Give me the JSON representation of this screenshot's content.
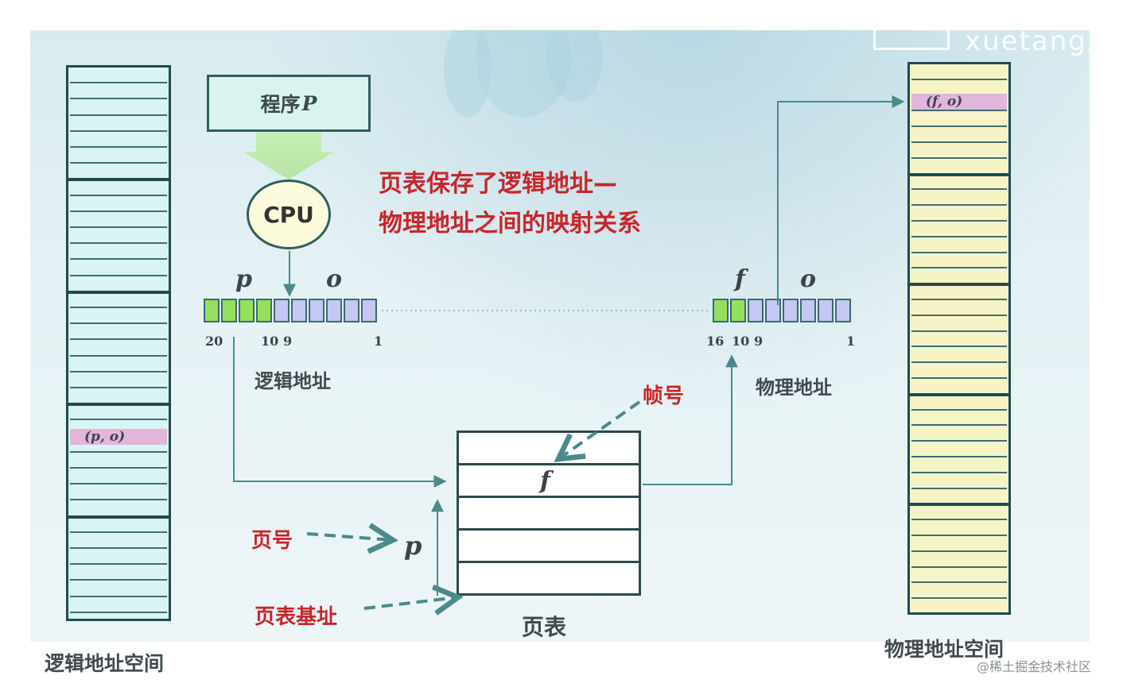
{
  "watermark": "xuetangX",
  "program_box": {
    "label": "程序",
    "var": "P"
  },
  "cpu_label": "CPU",
  "caption": {
    "line1": "页表保存了逻辑地址—",
    "line2": "物理地址之间的映射关系"
  },
  "logical_address": {
    "label_p": "p",
    "label_o": "o",
    "bit_high": "20",
    "bit_mid_a": "10",
    "bit_mid_b": "9",
    "bit_low": "1",
    "caption": "逻辑地址"
  },
  "physical_address": {
    "label_f": "f",
    "label_o": "o",
    "bit_high": "16",
    "bit_mid_a": "10",
    "bit_mid_b": "9",
    "bit_low": "1",
    "caption": "物理地址"
  },
  "logical_space": {
    "entry": "(p, o)",
    "caption": "逻辑地址空间"
  },
  "physical_space": {
    "entry": "(f, o)",
    "caption": "物理地址空间"
  },
  "page_table": {
    "entry": "f",
    "caption": "页表"
  },
  "annotations": {
    "frame_number": "帧号",
    "page_number": "页号",
    "page_var": "p",
    "page_table_base": "页表基址"
  },
  "credit": "@稀土掘金技术社区",
  "colors": {
    "logical_fill": "#d9f4f2",
    "physical_fill": "#f6f4c6",
    "highlight": "#e3b6dc",
    "green_bit": "#94e05c",
    "blue_bit": "#c4c8f2",
    "red_text": "#c8262a"
  }
}
